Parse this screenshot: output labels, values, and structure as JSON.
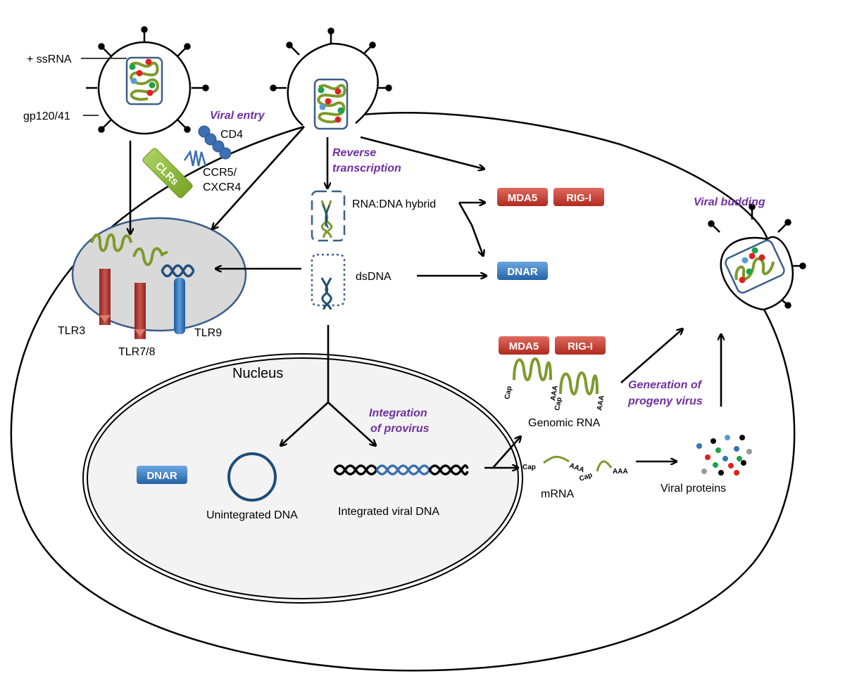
{
  "colors": {
    "rna": "#7d9a2b",
    "dna": "#1f4e79",
    "capsid_border": "#3a5f8a",
    "sensor_red": "#c0392b",
    "sensor_blue": "#2e75b6",
    "tlr_red": "#a8322d",
    "tlr_blue": "#2e75b6",
    "clr_green": "#8cbb3a",
    "cd4_blue": "#3c6fb3",
    "step_text": "#7030a0",
    "endosome_fill": "#d9d9d9",
    "nucleus_fill": "#f3f3f3"
  },
  "labels": {
    "ssrna": "+ ssRNA",
    "gp120": "gp120/41",
    "viral_entry": "Viral entry",
    "cd4": "CD4",
    "ccr5": "CCR5/",
    "cxcr4": "CXCR4",
    "clrs": "CLRs",
    "reverse_1": "Reverse",
    "reverse_2": "transcription",
    "rna_dna_hybrid": "RNA:DNA hybrid",
    "dsdna": "dsDNA",
    "viral_budding": "Viral budding",
    "tlr3": "TLR3",
    "tlr78": "TLR7/8",
    "tlr9": "TLR9",
    "nucleus": "Nucleus",
    "integration_1": "Integration",
    "integration_2": "of provirus",
    "unintegrated_dna": "Unintegrated DNA",
    "integrated_dna": "Integrated viral DNA",
    "genomic_rna": "Genomic RNA",
    "mrna": "mRNA",
    "viral_proteins": "Viral proteins",
    "generation_1": "Generation of",
    "generation_2": "progeny virus",
    "cap": "Cap",
    "aaa": "AAA"
  },
  "sensors": {
    "mda5": "MDA5",
    "rigi": "RIG-I",
    "dnar": "DNAR"
  }
}
